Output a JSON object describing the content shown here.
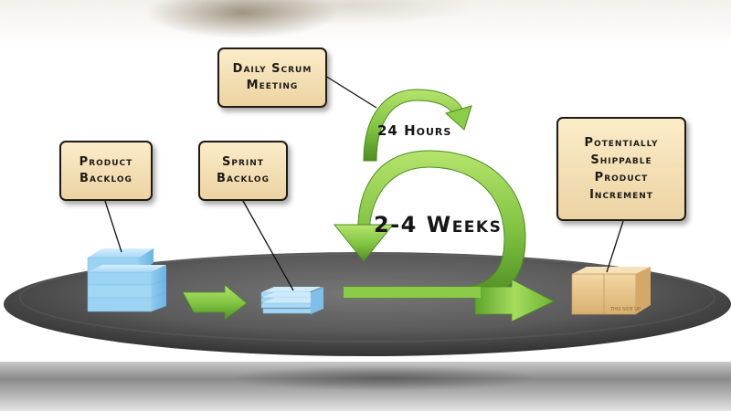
{
  "callouts": {
    "daily_scrum": "Daily Scrum\nMeeting",
    "product_backlog": "Product\nBacklog",
    "sprint_backlog": "Sprint\nBacklog",
    "increment": "Potentially\nShippable\nProduct\nIncrement"
  },
  "labels": {
    "hours": "24 Hours",
    "weeks": "2-4 Weeks"
  },
  "box_print": "THIS SIDE UP",
  "colors": {
    "arrow_green": "#7fc241",
    "callout_fill": "#f3dfb4",
    "platform": "#5d5d5d",
    "stack_blue": "#9fd2f0",
    "box_tan": "#e9c890"
  }
}
